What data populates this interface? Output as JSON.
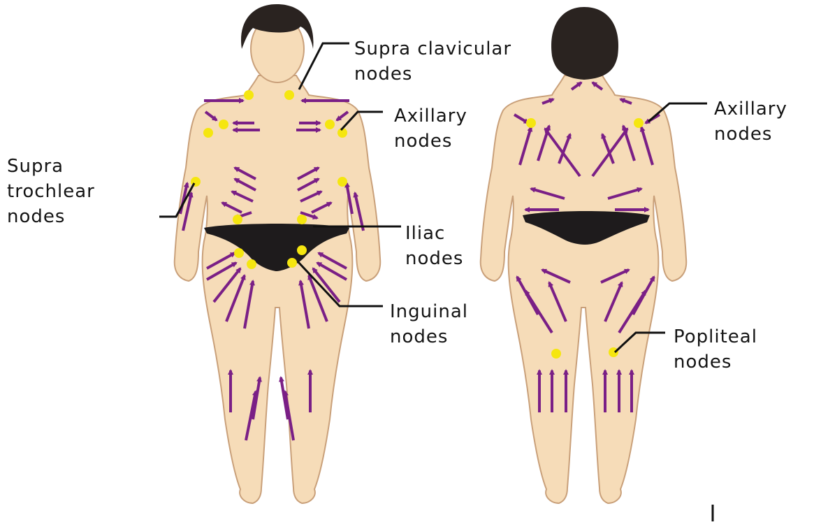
{
  "labels": {
    "supra_clavicular": [
      "Supra clavicular",
      "nodes"
    ],
    "axillary_front": [
      "Axillary",
      "nodes"
    ],
    "supra_trochlear": [
      "Supra",
      "trochlear",
      "nodes"
    ],
    "iliac": [
      "Iliac",
      "nodes"
    ],
    "inguinal": [
      "Inguinal",
      "nodes"
    ],
    "axillary_back": [
      "Axillary",
      "nodes"
    ],
    "popliteal": [
      "Popliteal",
      "nodes"
    ]
  },
  "colors": {
    "skin": "#f6dcb8",
    "skin_outline": "#c9a07a",
    "hair": "#2a2320",
    "underwear": "#1e1b1c",
    "arrow": "#7a1f86",
    "node": "#f5e610",
    "leader_line": "#111111"
  }
}
